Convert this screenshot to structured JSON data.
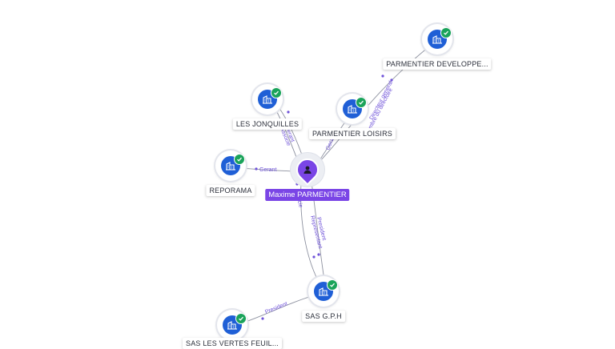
{
  "person": {
    "name": "Maxime PARMENTIER",
    "icon": "person-icon"
  },
  "companies": [
    {
      "id": "parmentier-developpe",
      "label": "PARMENTIER DEVELOPPE...",
      "icon": "building-icon",
      "verified": true
    },
    {
      "id": "parmentier-loisirs",
      "label": "PARMENTIER LOISIRS",
      "icon": "building-icon",
      "verified": true
    },
    {
      "id": "les-jonquilles",
      "label": "LES JONQUILLES",
      "icon": "building-icon",
      "verified": true
    },
    {
      "id": "reporama",
      "label": "REPORAMA",
      "icon": "building-icon",
      "verified": true
    },
    {
      "id": "sas-gph",
      "label": "SAS G.P.H",
      "icon": "building-icon",
      "verified": true
    },
    {
      "id": "sas-les-vertes",
      "label": "SAS LES VERTES FEUIL...",
      "icon": "building-icon",
      "verified": true
    }
  ],
  "edge_labels": {
    "developpe_1": "Directeur general",
    "developpe_2": "Membre du directoire",
    "loisirs": "Gerant",
    "jonquilles_1": "Gerant",
    "jonquilles_2": "Associe",
    "reporama": "Gerant",
    "gph_1": "President",
    "gph_2": "Representant",
    "gph_3": "Associe",
    "vertes": "President"
  },
  "colors": {
    "accent": "#7a45e6",
    "node_blue": "#1f5fd6",
    "verified_green": "#1aa35a",
    "edge": "#8e92a0",
    "edge_label": "#6f52d9"
  }
}
